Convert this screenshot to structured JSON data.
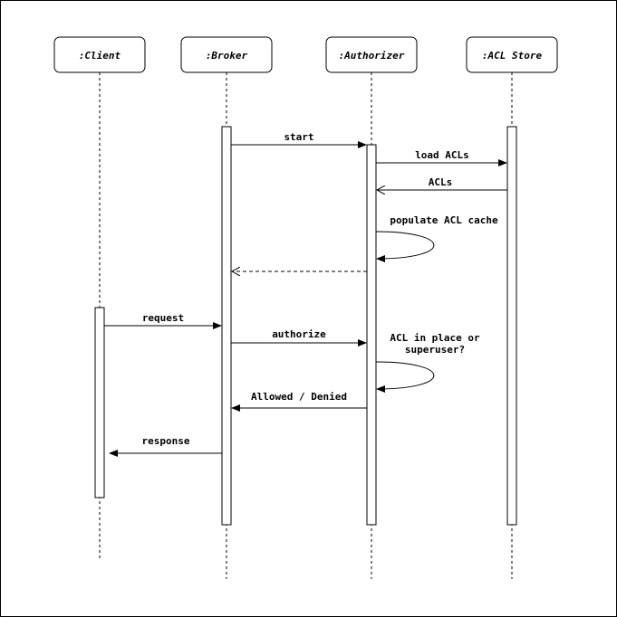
{
  "actors": {
    "client": ":Client",
    "broker": ":Broker",
    "authorizer": ":Authorizer",
    "acl_store": ":ACL Store"
  },
  "messages": {
    "start": "start",
    "load_acls": "load ACLs",
    "acls": "ACLs",
    "populate_cache": "populate ACL cache",
    "request": "request",
    "authorize": "authorize",
    "acl_check_line1": "ACL in place or",
    "acl_check_line2": "superuser?",
    "allowed_denied": "Allowed / Denied",
    "response": "response"
  },
  "colors": {
    "stroke": "#000000",
    "fill": "#ffffff"
  }
}
